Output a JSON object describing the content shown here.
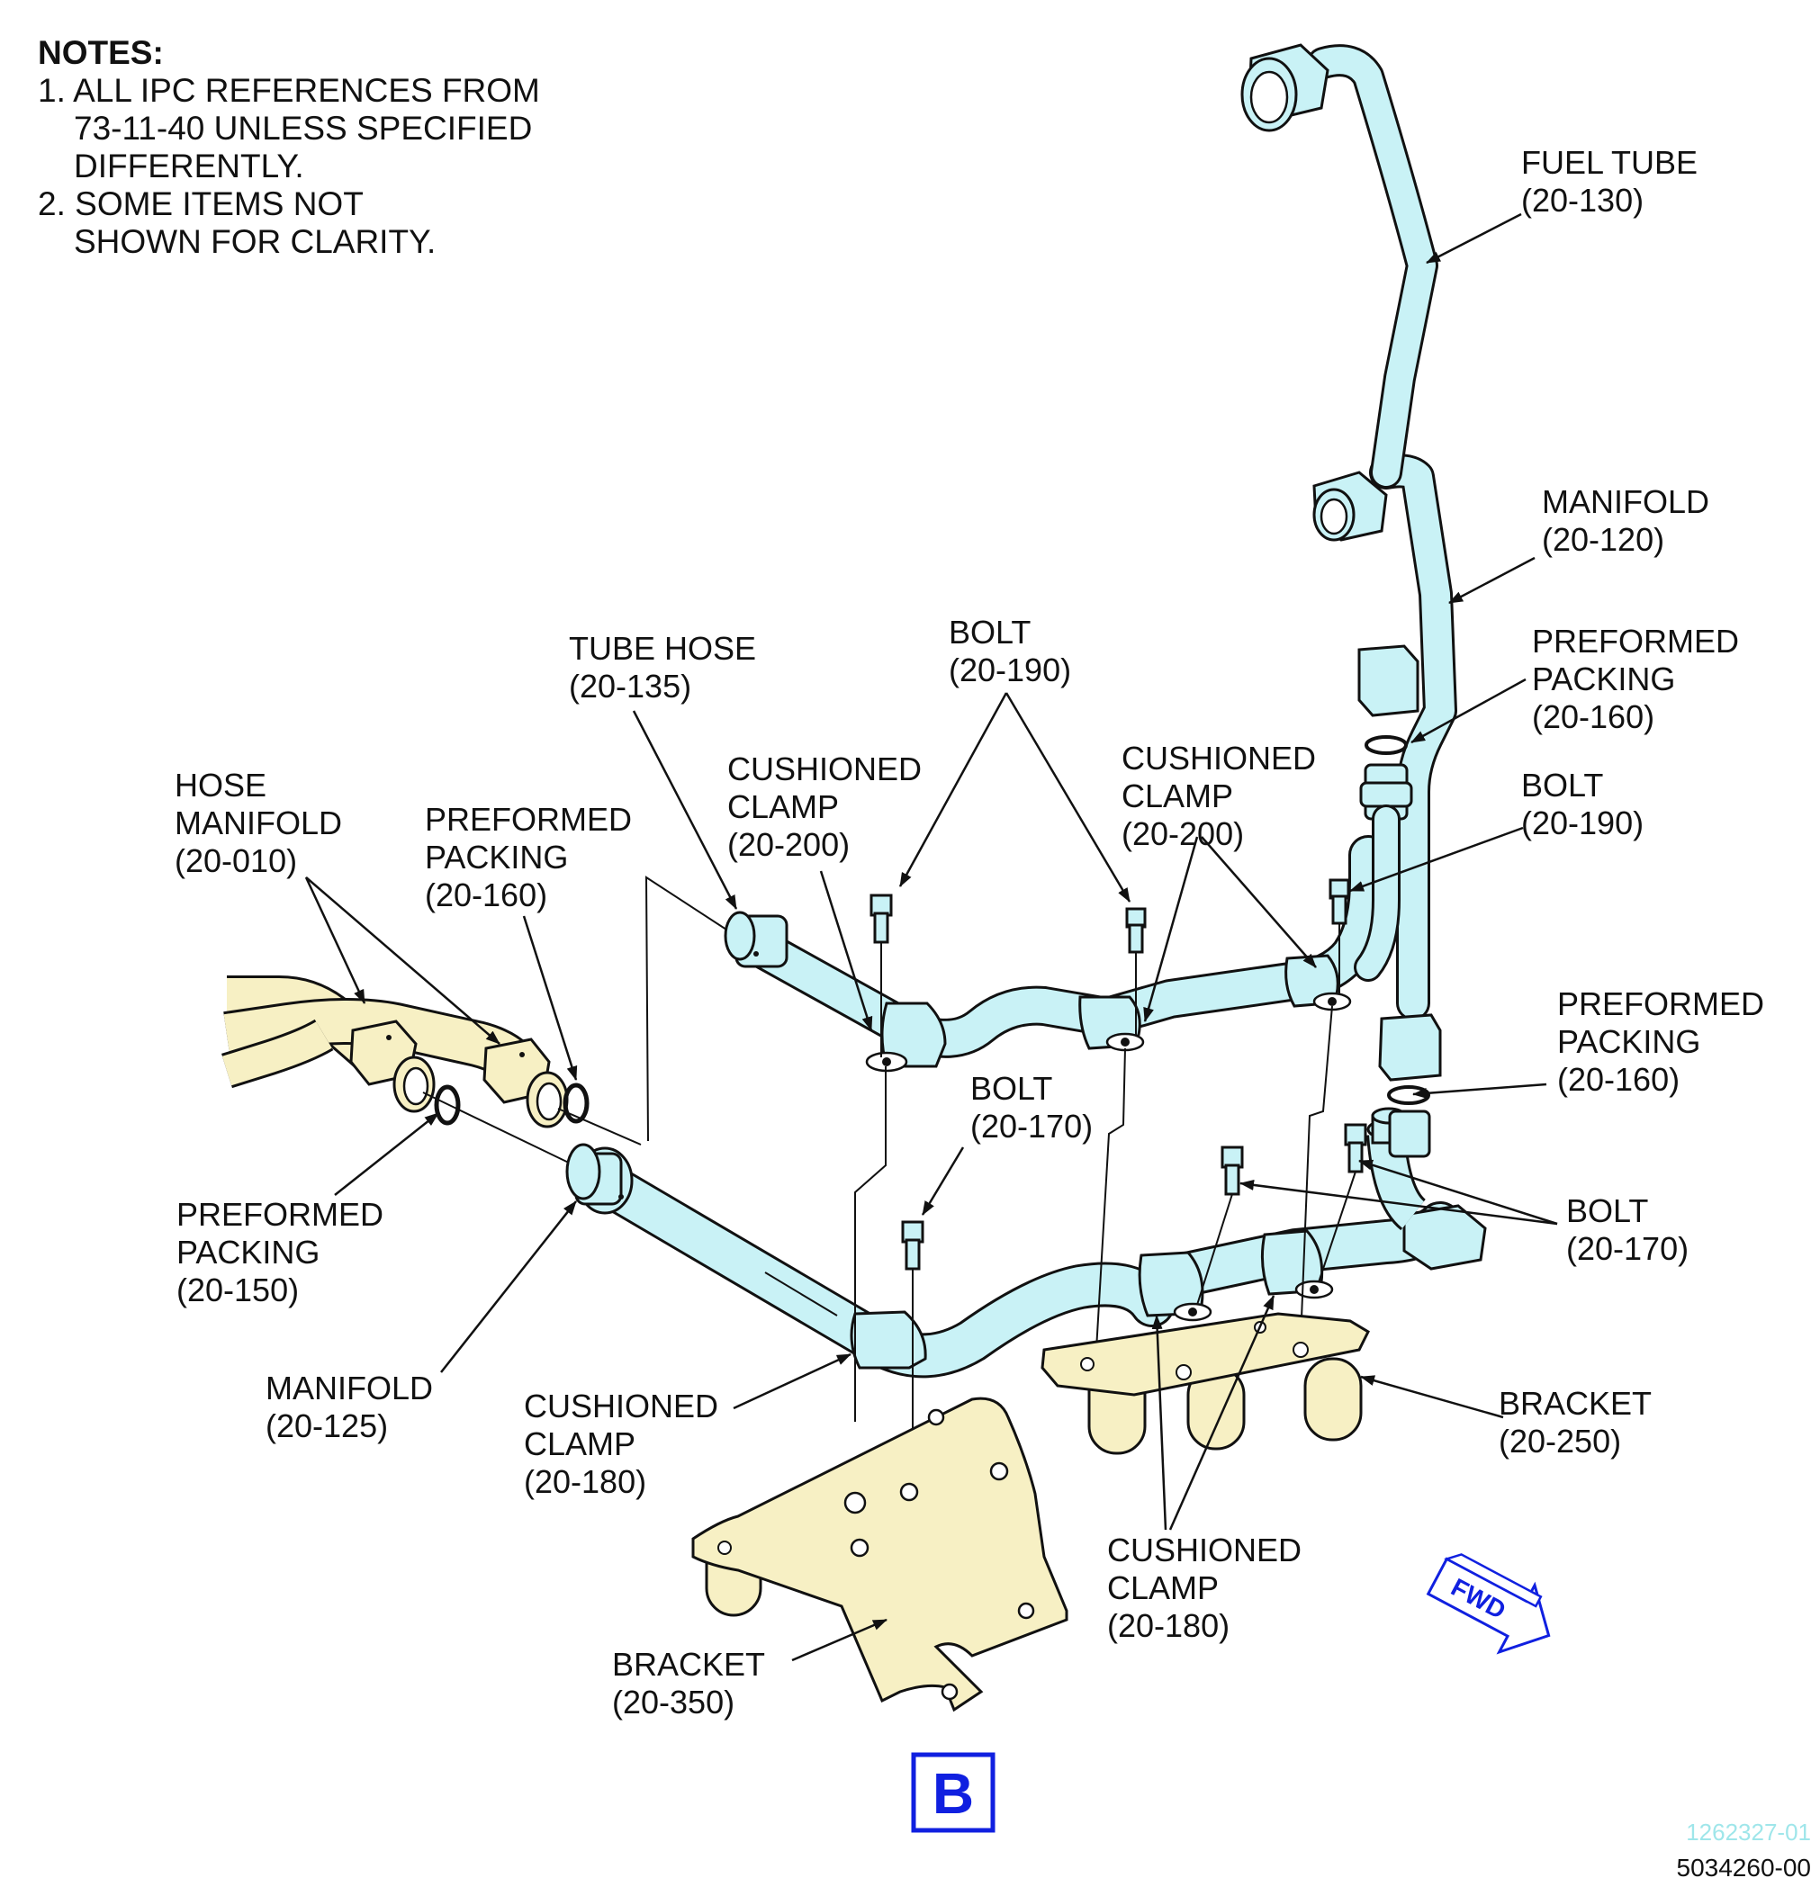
{
  "notes": {
    "heading": "NOTES:",
    "line1": "1. ALL IPC REFERENCES FROM",
    "line2": "73-11-40 UNLESS SPECIFIED",
    "line3": "DIFFERENTLY.",
    "line4": "2. SOME ITEMS NOT",
    "line5": "SHOWN FOR CLARITY."
  },
  "labels": {
    "fuel_tube": [
      "FUEL TUBE",
      "(20-130)"
    ],
    "manifold_120": [
      "MANIFOLD",
      "(20-120)"
    ],
    "packing_160_a": [
      "PREFORMED",
      "PACKING",
      "(20-160)"
    ],
    "bolt_190_right": [
      "BOLT",
      "(20-190)"
    ],
    "packing_160_b": [
      "PREFORMED",
      "PACKING",
      "(20-160)"
    ],
    "bolt_170_right": [
      "BOLT",
      "(20-170)"
    ],
    "bracket_250": [
      "BRACKET",
      "(20-250)"
    ],
    "clamp_180_lower": [
      "CUSHIONED",
      "CLAMP",
      "(20-180)"
    ],
    "bracket_350": [
      "BRACKET",
      "(20-350)"
    ],
    "clamp_180_left": [
      "CUSHIONED",
      "CLAMP",
      "(20-180)"
    ],
    "manifold_125": [
      "MANIFOLD",
      "(20-125)"
    ],
    "packing_150": [
      "PREFORMED",
      "PACKING",
      "(20-150)"
    ],
    "hose_manifold": [
      "HOSE",
      "MANIFOLD",
      "(20-010)"
    ],
    "packing_160_c": [
      "PREFORMED",
      "PACKING",
      "(20-160)"
    ],
    "tube_hose": [
      "TUBE HOSE",
      "(20-135)"
    ],
    "clamp_200_left": [
      "CUSHIONED",
      "CLAMP",
      "(20-200)"
    ],
    "bolt_190_top": [
      "BOLT",
      "(20-190)"
    ],
    "clamp_200_right": [
      "CUSHIONED",
      "CLAMP",
      "(20-200)"
    ],
    "bolt_170_mid": [
      "BOLT",
      "(20-170)"
    ]
  },
  "view_label": "B",
  "fwd_label": "FWD",
  "ref_numbers": [
    "1262327-01",
    "5034260-00"
  ],
  "colors": {
    "tube_fill": "#c9f2f6",
    "bracket_fill": "#f7f0c4",
    "view_blue": "#1020e0"
  }
}
